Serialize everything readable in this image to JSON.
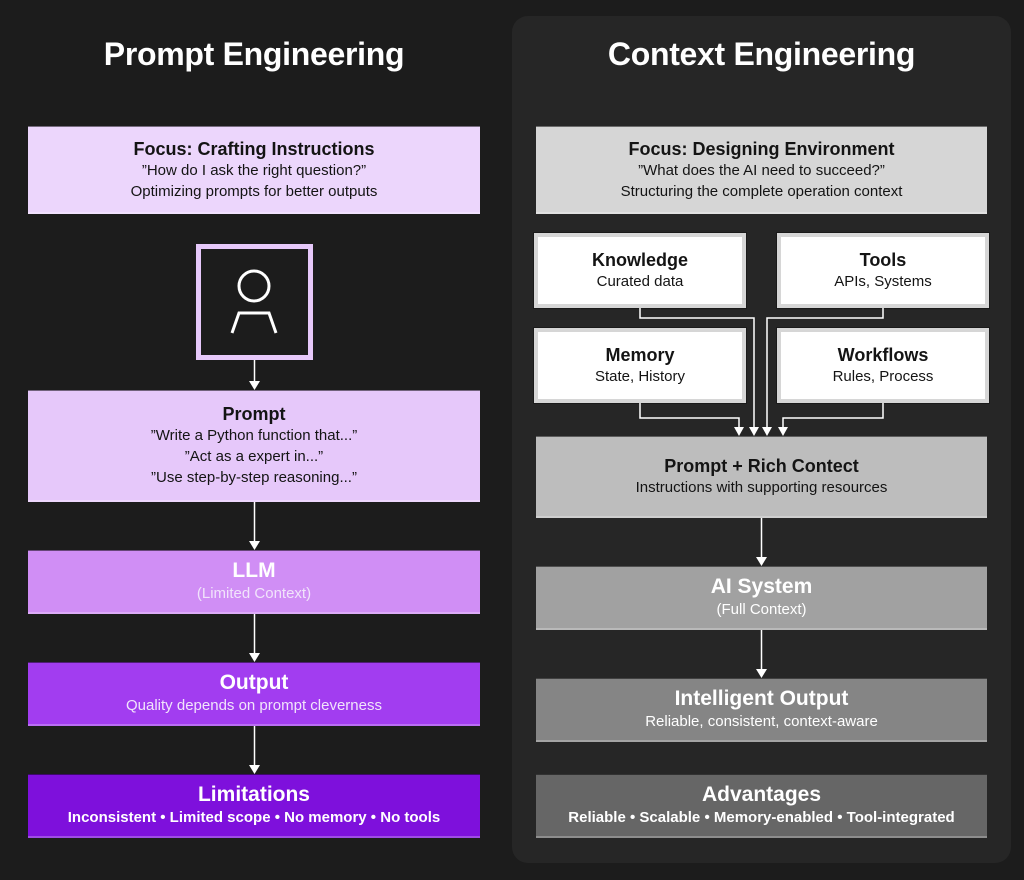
{
  "left": {
    "title": "Prompt Engineering",
    "focus": {
      "title": "Focus: Crafting Instructions",
      "question": "”How do I ask the right question?”",
      "description": "Optimizing prompts for better outputs"
    },
    "user_icon": "user-icon",
    "prompt": {
      "title": "Prompt",
      "examples": [
        "”Write a Python function that...”",
        "”Act as a expert in...”",
        "”Use step-by-step reasoning...”"
      ]
    },
    "llm": {
      "title": "LLM",
      "subtitle": "(Limited Context)"
    },
    "output": {
      "title": "Output",
      "subtitle": "Quality depends on prompt cleverness"
    },
    "limitations": {
      "title": "Limitations",
      "subtitle": "Inconsistent • Limited scope • No memory • No tools"
    }
  },
  "right": {
    "title": "Context Engineering",
    "focus": {
      "title": "Focus: Designing Environment",
      "question": "”What does the AI need to succeed?”",
      "description": "Structuring the complete operation context"
    },
    "resources": [
      {
        "title": "Knowledge",
        "subtitle": "Curated data"
      },
      {
        "title": "Tools",
        "subtitle": "APIs, Systems"
      },
      {
        "title": "Memory",
        "subtitle": "State, History"
      },
      {
        "title": "Workflows",
        "subtitle": "Rules, Process"
      }
    ],
    "prompt_rich": {
      "title": "Prompt + Rich Contect",
      "subtitle": "Instructions with supporting resources"
    },
    "ai_system": {
      "title": "AI System",
      "subtitle": "(Full Context)"
    },
    "intelligent_output": {
      "title": "Intelligent Output",
      "subtitle": "Reliable, consistent, context-aware"
    },
    "advantages": {
      "title": "Advantages",
      "subtitle": "Reliable • Scalable • Memory-enabled • Tool-integrated"
    }
  },
  "colors": {
    "background": "#1c1c1c",
    "right_panel": "#262626",
    "focus_left": "#ecd6fc",
    "prompt_left": "#e6c8fa",
    "llm": "#d08ef5",
    "output": "#a23df0",
    "limitations": "#7e10dc",
    "focus_right": "#d6d6d6",
    "prompt_rich": "#bdbdbd",
    "ai_system": "#a1a1a1",
    "intelligent_output": "#858585",
    "advantages": "#666666",
    "connector": "#ffffff"
  }
}
